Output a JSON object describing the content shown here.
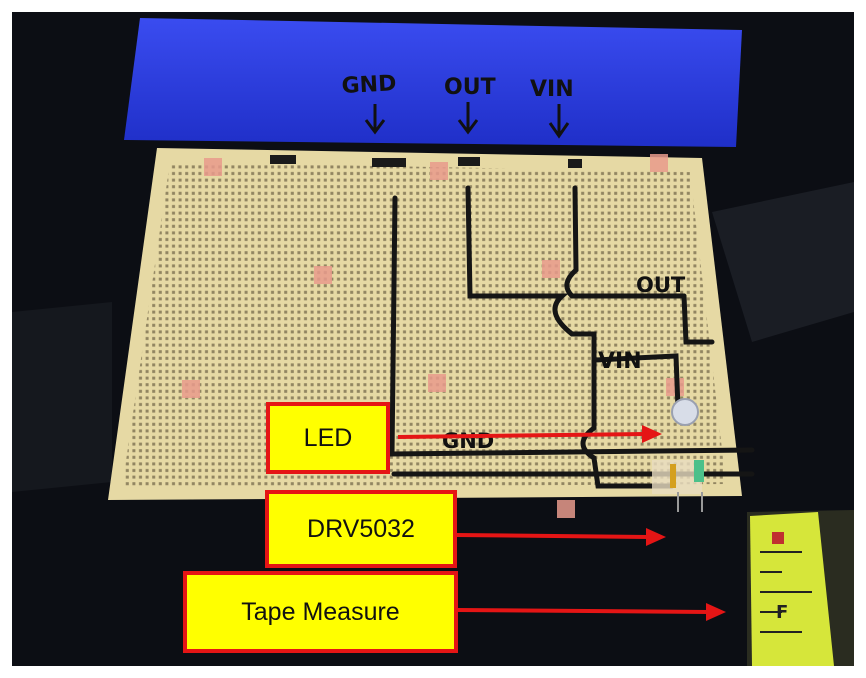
{
  "tape_labels": {
    "gnd": "GND",
    "out": "OUT",
    "vin": "VIN"
  },
  "board_labels": {
    "out": "OUT",
    "vin": "VIN",
    "gnd": "GND"
  },
  "callouts": {
    "led": "LED",
    "sensor": "DRV5032",
    "tape": "Tape Measure"
  },
  "colors": {
    "tape": "#2a3ee0",
    "board": "#e8dca8",
    "callout_fill": "#ffff00",
    "callout_border": "#e51515",
    "arrow": "#e51515"
  }
}
